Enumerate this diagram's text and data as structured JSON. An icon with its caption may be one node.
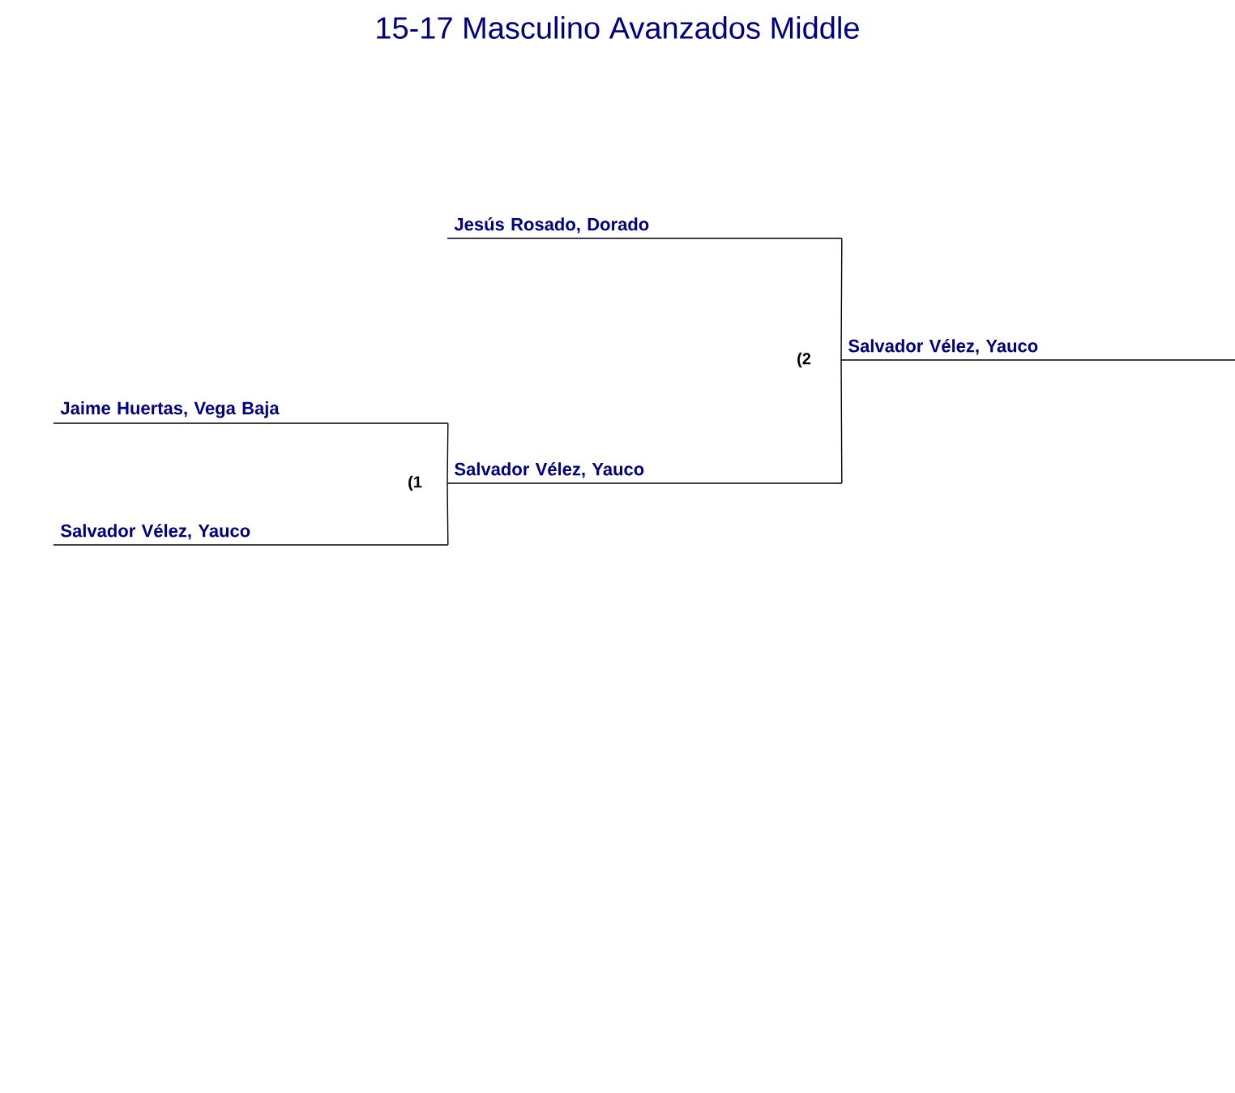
{
  "diagram": {
    "title": "15-17 Masculino Avanzados Middle",
    "nodes": [
      {
        "text": [
          "Jesús Rosado, Dorado"
        ]
      },
      {
        "text": [
          "Jaime Huertas, Vega Baja"
        ]
      },
      {
        "text": [
          "Salvador Vélez, Yauco"
        ]
      },
      {
        "text": [
          "Salvador Vélez, Yauco"
        ]
      },
      {
        "text": [
          "Salvador Vélez, Yauco"
        ]
      }
    ],
    "edges": [
      {
        "from": 1,
        "to": 3,
        "arrow": "none"
      },
      {
        "from": 2,
        "to": 3,
        "arrow": "none"
      },
      {
        "from": 0,
        "to": 4,
        "arrow": "none"
      },
      {
        "from": 3,
        "to": 4,
        "arrow": "none"
      }
    ],
    "labels": [
      "(2",
      "(1"
    ]
  }
}
